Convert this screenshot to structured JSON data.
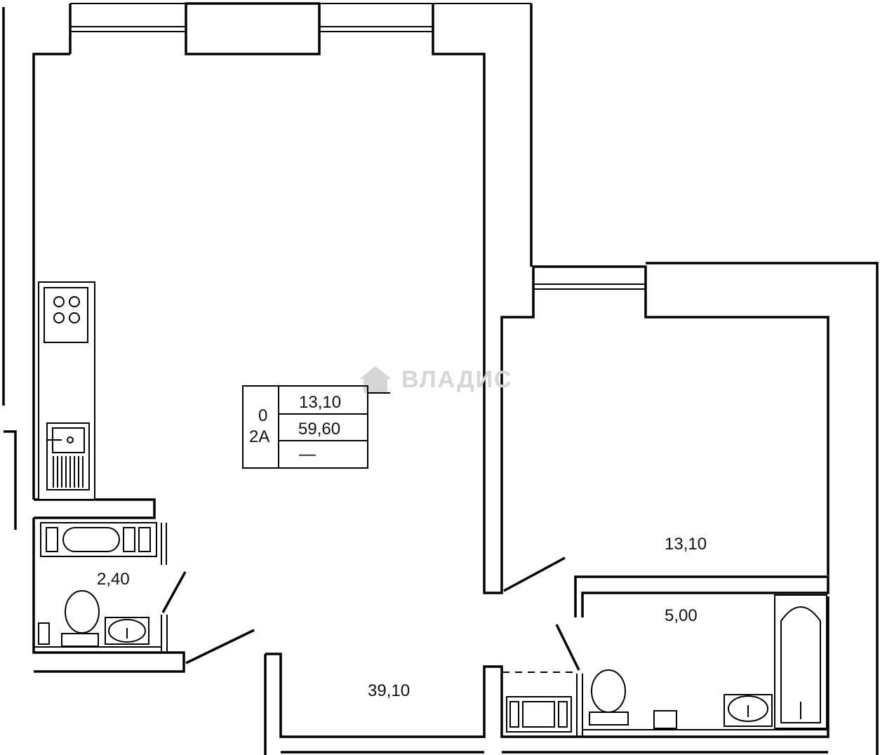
{
  "plan": {
    "watermark": "ВЛАДИС",
    "legend": {
      "superscript": "0",
      "apartment_type": "2А",
      "living_area": "13,10",
      "total_area": "59,60",
      "extra": "—"
    },
    "rooms": {
      "bedroom": "13,10",
      "kitchen_living": "39,10",
      "bathroom_small": "2,40",
      "bathroom_large": "5,00"
    }
  }
}
